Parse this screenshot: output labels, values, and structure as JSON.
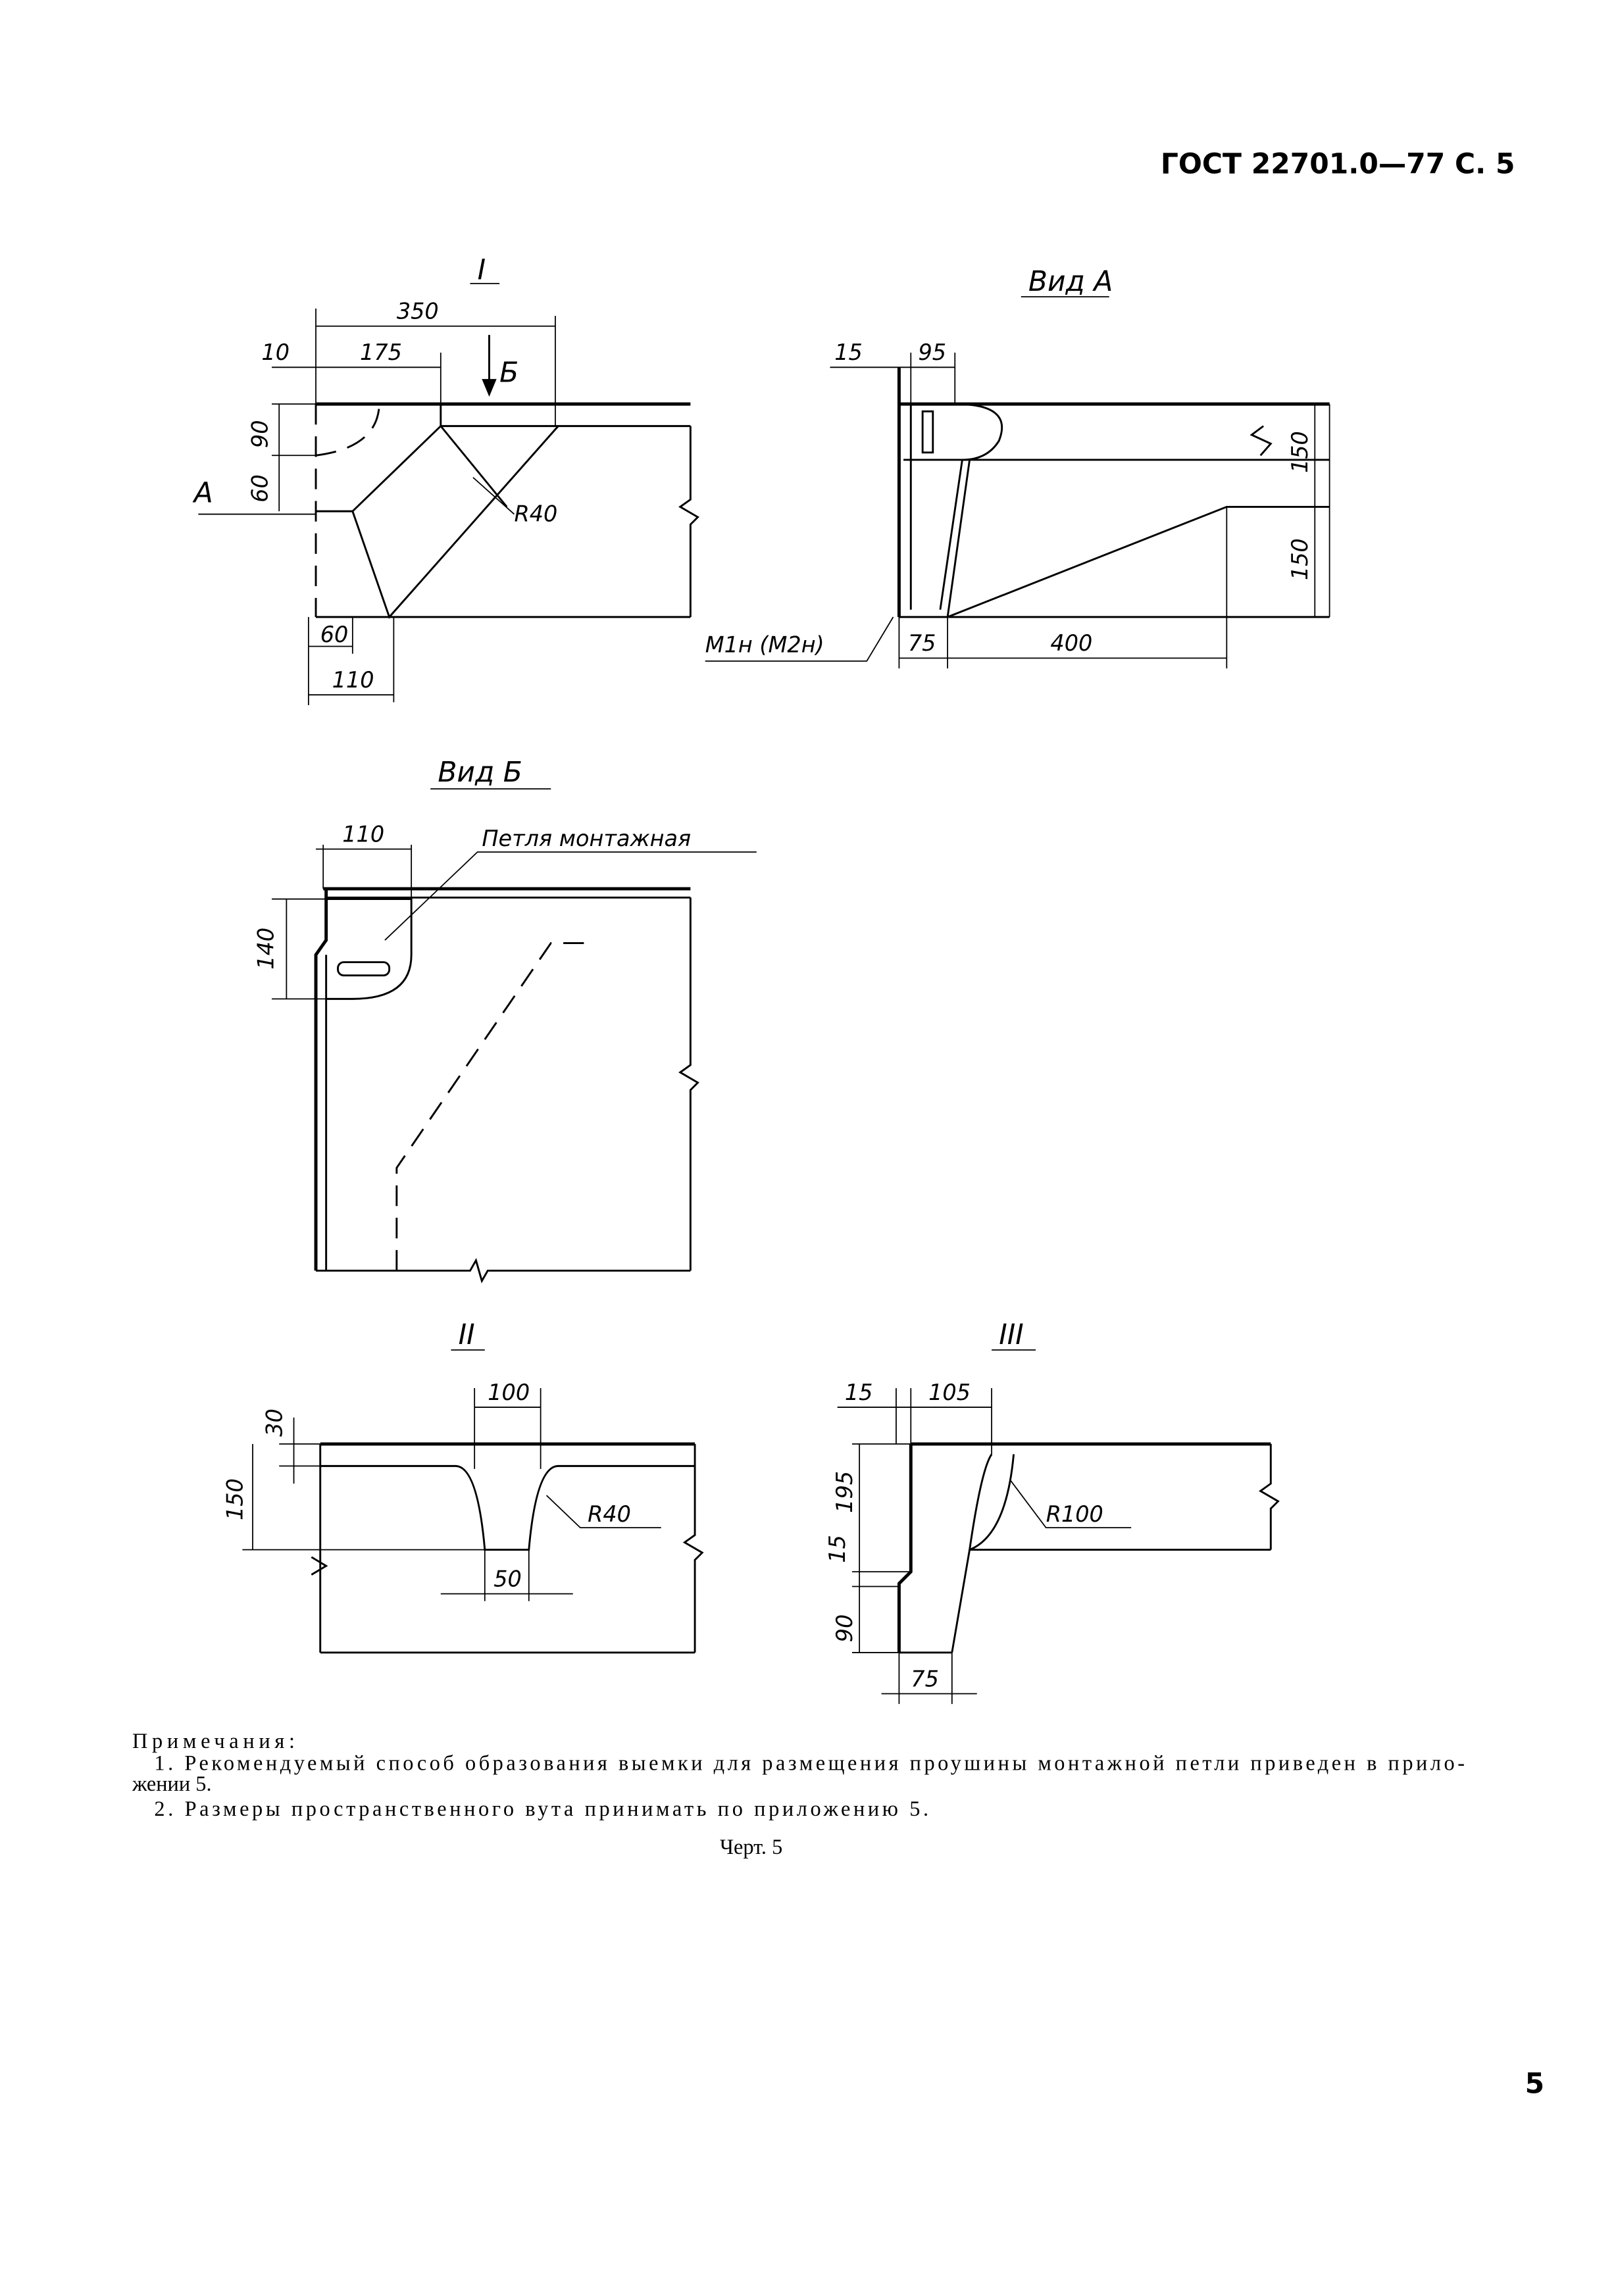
{
  "header": {
    "title": "ГОСТ 22701.0—77 С. 5"
  },
  "views": {
    "detail_1": {
      "title": "I",
      "dims": [
        "350",
        "175",
        "10",
        "90",
        "60",
        "60",
        "110"
      ],
      "arrow_a": "A",
      "arrow_b": "Б",
      "radius": "R40"
    },
    "view_a": {
      "title": "Вид А",
      "dims": [
        "15",
        "95",
        "150",
        "150",
        "75",
        "400"
      ],
      "mark": "М1н (М2н)"
    },
    "view_b": {
      "title": "Вид Б",
      "dims": [
        "110",
        "140"
      ],
      "callout": "Петля монтажная"
    },
    "detail_2": {
      "title": "II",
      "dims": [
        "100",
        "30",
        "150",
        "50"
      ],
      "radius": "R40"
    },
    "detail_3": {
      "title": "III",
      "dims": [
        "15",
        "105",
        "195",
        "15",
        "90",
        "75"
      ],
      "radius": "R100"
    }
  },
  "notes": {
    "heading": "Примечания:",
    "line1": "1. Рекомендуемый способ образования  выемки для размещения проушины монтажной петли приведен в прило-",
    "line1_cont": "жении 5.",
    "line2": "2. Размеры пространственного вута  принимать по приложению 5.",
    "caption": "Черт. 5"
  },
  "page_number": "5"
}
